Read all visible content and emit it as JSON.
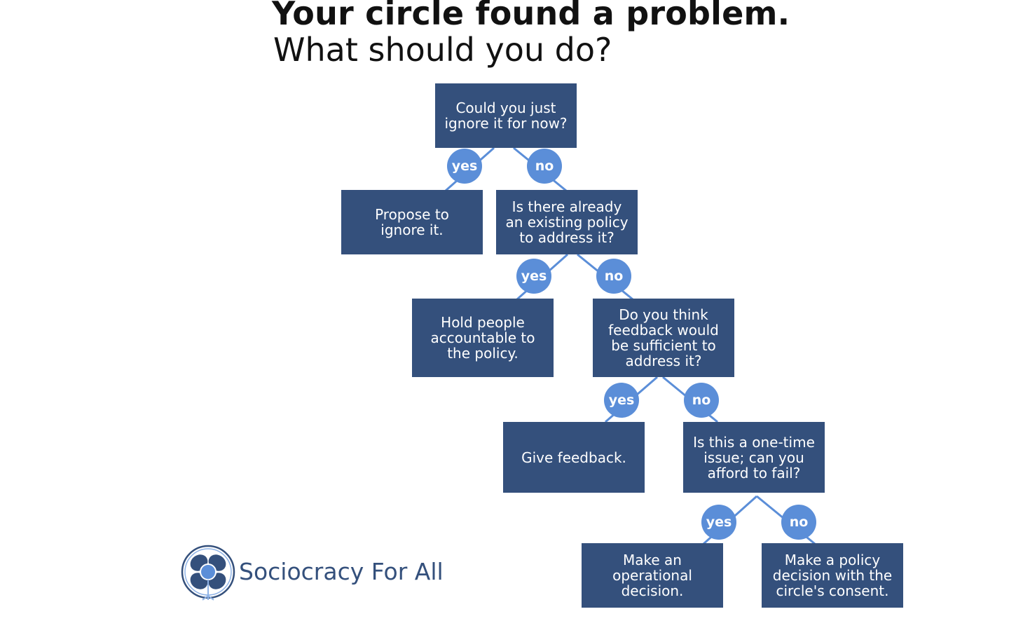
{
  "header": {
    "title": "Your circle found a problem.",
    "subtitle": "What should you do?"
  },
  "nodes": {
    "q_ignore": "Could you just\nignore it for now?",
    "a_propose_ignore": "Propose to\nignore it.",
    "q_policy": "Is there already\nan existing policy\nto address it?",
    "a_hold_accountable": "Hold people\naccountable to\nthe policy.",
    "q_feedback": "Do you think\nfeedback would\nbe sufficient to\naddress it?",
    "a_give_feedback": "Give feedback.",
    "q_one_time": "Is this a one-time\nissue; can you\nafford to fail?",
    "a_operational": "Make an\noperational\ndecision.",
    "a_policy_decision": "Make a policy\ndecision with the\ncircle's consent."
  },
  "badges": {
    "yes": "yes",
    "no": "no"
  },
  "logo": {
    "text": "Sociocracy For All"
  },
  "colors": {
    "box": "#34507c",
    "badge": "#5b8ed8",
    "line": "#5b8ed8"
  }
}
